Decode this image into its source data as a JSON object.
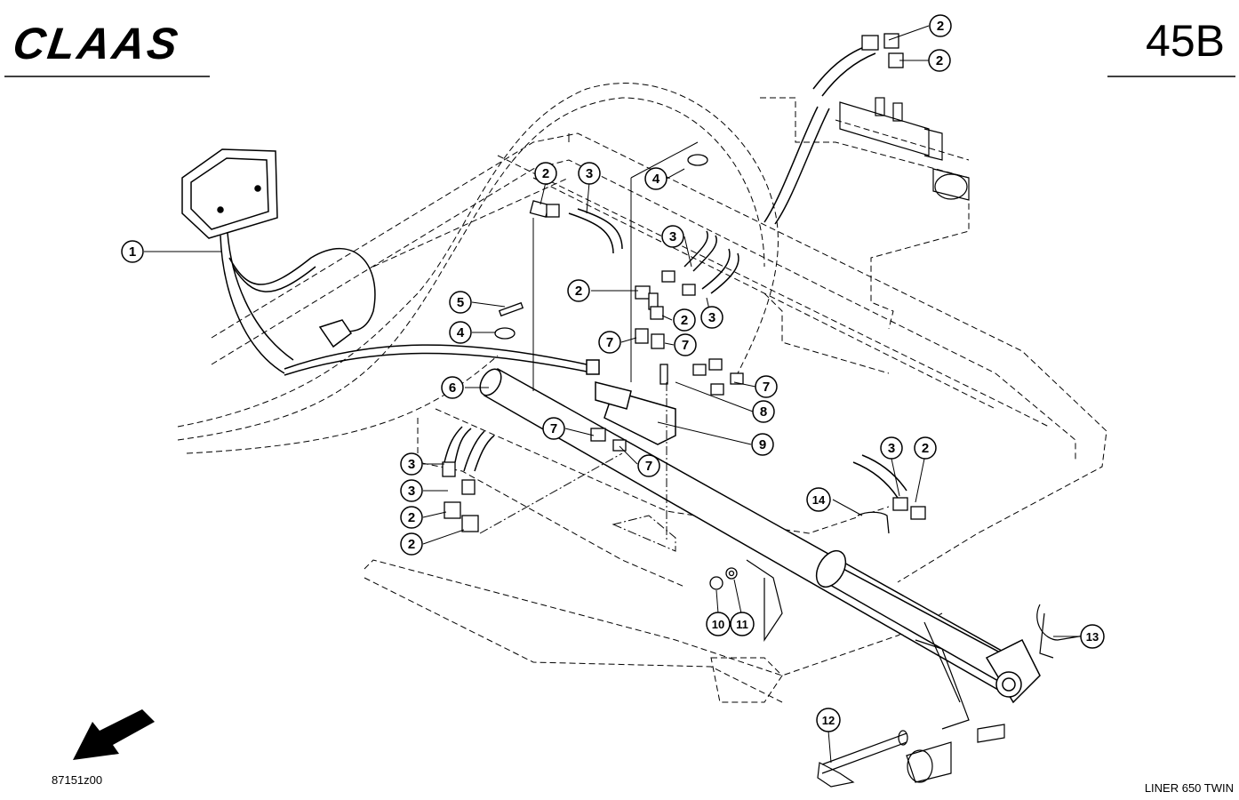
{
  "header": {
    "brand": "CLAAS",
    "page_number": "45B"
  },
  "footer": {
    "drawing_number": "87151z00",
    "model": "LINER 650 TWIN"
  },
  "callouts": [
    {
      "label": "1"
    },
    {
      "label": "2"
    },
    {
      "label": "2"
    },
    {
      "label": "2"
    },
    {
      "label": "3"
    },
    {
      "label": "4"
    },
    {
      "label": "3"
    },
    {
      "label": "2"
    },
    {
      "label": "2"
    },
    {
      "label": "3"
    },
    {
      "label": "5"
    },
    {
      "label": "4"
    },
    {
      "label": "7"
    },
    {
      "label": "7"
    },
    {
      "label": "6"
    },
    {
      "label": "7"
    },
    {
      "label": "8"
    },
    {
      "label": "9"
    },
    {
      "label": "7"
    },
    {
      "label": "7"
    },
    {
      "label": "3"
    },
    {
      "label": "3"
    },
    {
      "label": "2"
    },
    {
      "label": "2"
    },
    {
      "label": "3"
    },
    {
      "label": "2"
    },
    {
      "label": "14"
    },
    {
      "label": "10"
    },
    {
      "label": "11"
    },
    {
      "label": "13"
    },
    {
      "label": "12"
    }
  ],
  "colors": {
    "ink": "#000000",
    "paper": "#ffffff"
  },
  "icons": {
    "direction": "arrow-down-left-icon"
  }
}
